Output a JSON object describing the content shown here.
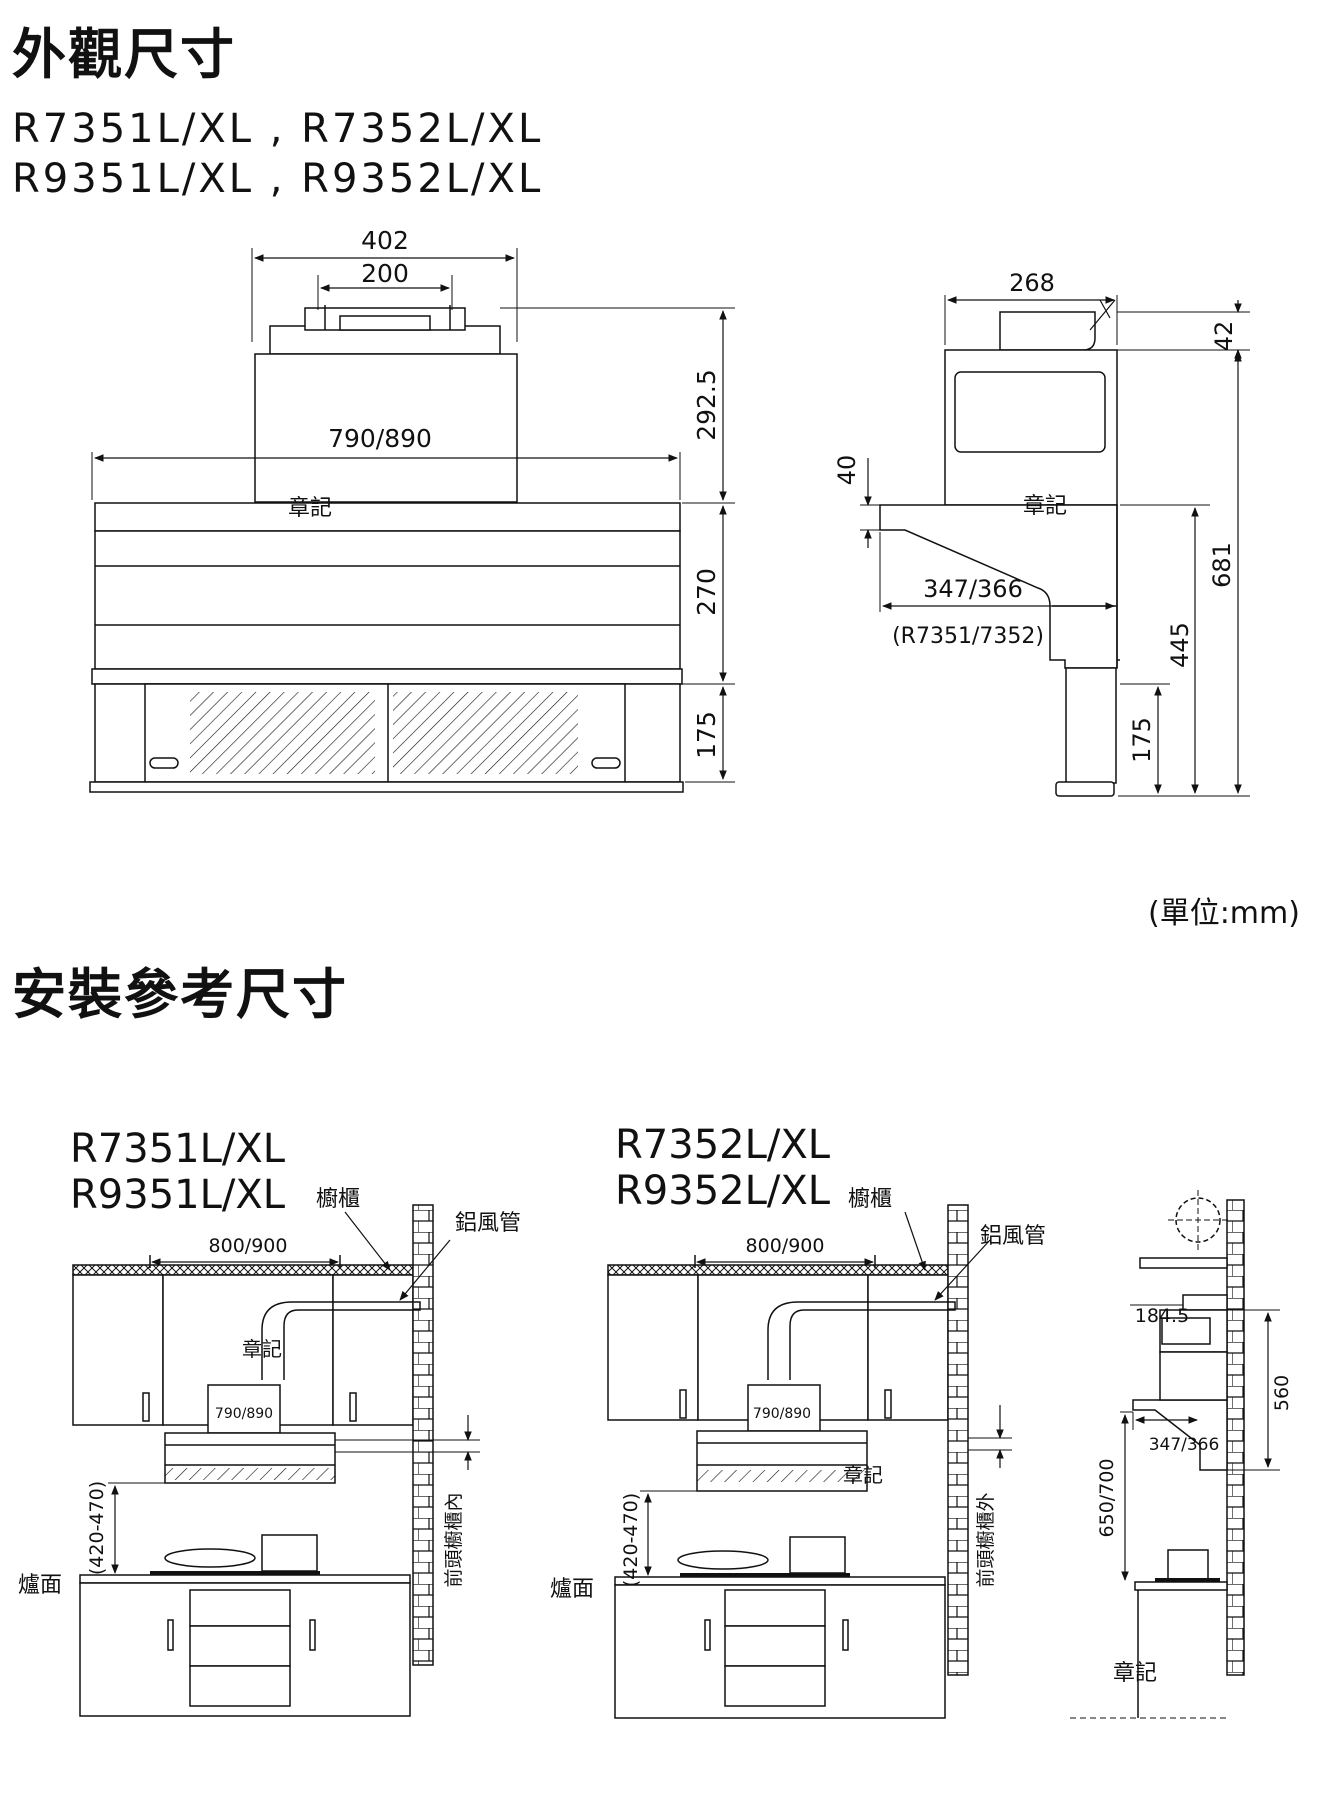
{
  "sections": {
    "dimensions_title": "外觀尺寸",
    "install_title": "安裝參考尺寸",
    "unit_label": "(單位:mm)"
  },
  "models_header": {
    "line1": "R7351L/XL , R7352L/XL",
    "line2": "R9351L/XL , R9352L/XL"
  },
  "front_view": {
    "dim_top_outer": "402",
    "dim_top_inner": "200",
    "dim_width": "790/890",
    "dim_upper_height": "292.5",
    "dim_body_height": "270",
    "dim_bottom_height": "175",
    "label": "章記"
  },
  "side_view": {
    "dim_top_width": "268",
    "dim_top_height": "42",
    "dim_lip": "40",
    "dim_depth": "347/366",
    "depth_note": "(R7351/7352)",
    "dim_total_height": "681",
    "dim_lower_height": "445",
    "dim_bottom_height": "175",
    "label": "章記"
  },
  "install_left": {
    "model_line1": "R7351L/XL",
    "model_line2": "R9351L/XL",
    "cabinet_label": "櫥櫃",
    "duct_label": "鋁風管",
    "dim_width": "800/900",
    "hood_width": "790/890",
    "label": "章記",
    "height_range": "(420-470)",
    "stove_label": "爐面",
    "side_note": "前頭櫥櫃內"
  },
  "install_right": {
    "model_line1": "R7352L/XL",
    "model_line2": "R9352L/XL",
    "cabinet_label": "櫥櫃",
    "duct_label": "鋁風管",
    "dim_width": "800/900",
    "hood_width": "790/890",
    "label": "章記",
    "height_range": "(420-470)",
    "stove_label": "爐面",
    "side_note": "前頭櫥櫃外"
  },
  "install_side": {
    "dim_offset": "184.5",
    "dim_height": "560",
    "dim_depth": "347/366",
    "dim_range": "650/700",
    "label": "章記"
  }
}
